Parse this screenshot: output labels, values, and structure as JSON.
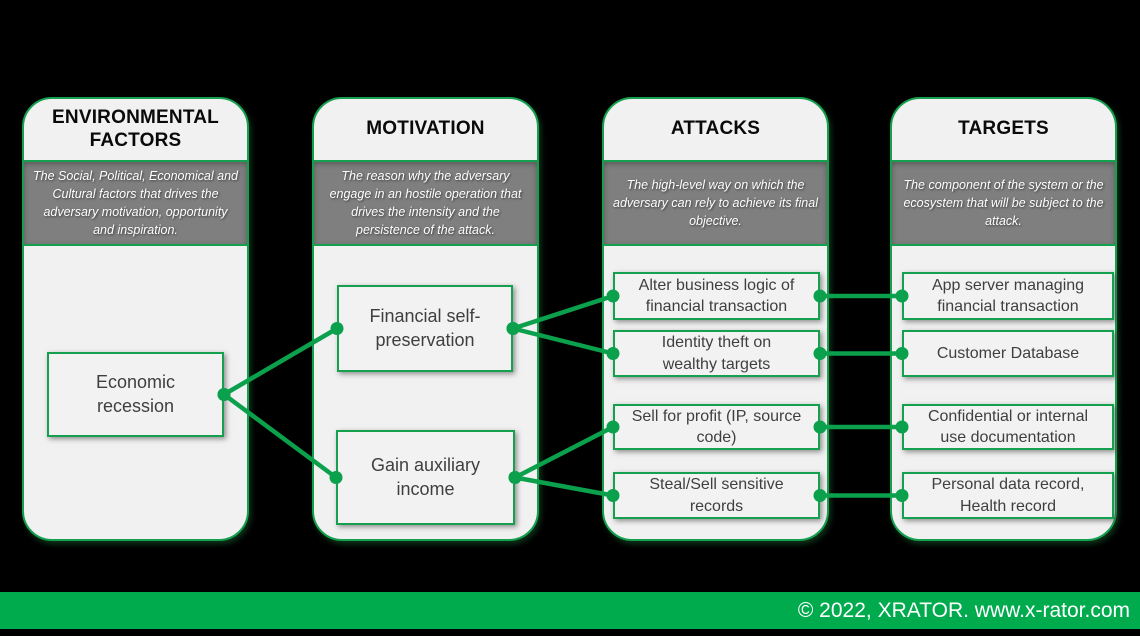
{
  "colors": {
    "green_border": "#14a04e",
    "connector": "#0ba04c",
    "footer_bar": "#00ab4e",
    "column_bg": "#f1f1f2",
    "desc_bg": "#7f7f7f",
    "background": "#000000",
    "node_text": "#3f3f3f"
  },
  "footer": {
    "copyright": "© 2022, XRATOR. www.x-rator.com"
  },
  "diagram": {
    "columns": [
      {
        "id": "environmental-factors",
        "title": "ENVIRONMENTAL FACTORS",
        "description": "The Social, Political, Economical and Cultural factors that drives the adversary motivation, opportunity and inspiration.",
        "nodes": [
          {
            "id": "economic-recession",
            "label": "Economic\nrecession"
          }
        ]
      },
      {
        "id": "motivation",
        "title": "MOTIVATION",
        "description": "The reason why the adversary engage in an hostile operation that drives the intensity and the persistence of the attack.",
        "nodes": [
          {
            "id": "financial-self-preservation",
            "label": "Financial self-\npreservation"
          },
          {
            "id": "gain-auxiliary-income",
            "label": "Gain auxiliary\nincome"
          }
        ]
      },
      {
        "id": "attacks",
        "title": "ATTACKS",
        "description": "The high-level way on which the adversary can rely to achieve its final objective.",
        "nodes": [
          {
            "id": "alter-business-logic",
            "label": "Alter business logic of\nfinancial transaction"
          },
          {
            "id": "identity-theft",
            "label": "Identity theft on\nwealthy targets"
          },
          {
            "id": "sell-for-profit",
            "label": "Sell for profit (IP, source\ncode)"
          },
          {
            "id": "steal-sell-records",
            "label": "Steal/Sell sensitive\nrecords"
          }
        ]
      },
      {
        "id": "targets",
        "title": "TARGETS",
        "description": "The component of the system or the ecosystem that will be subject to the attack.",
        "nodes": [
          {
            "id": "app-server",
            "label": "App server managing\nfinancial transaction"
          },
          {
            "id": "customer-database",
            "label": "Customer Database"
          },
          {
            "id": "confidential-docs",
            "label": "Confidential or internal\nuse documentation"
          },
          {
            "id": "personal-data",
            "label": "Personal data record,\nHealth record"
          }
        ]
      }
    ],
    "edges": [
      [
        "economic-recession",
        "financial-self-preservation"
      ],
      [
        "economic-recession",
        "gain-auxiliary-income"
      ],
      [
        "financial-self-preservation",
        "alter-business-logic"
      ],
      [
        "financial-self-preservation",
        "identity-theft"
      ],
      [
        "gain-auxiliary-income",
        "sell-for-profit"
      ],
      [
        "gain-auxiliary-income",
        "steal-sell-records"
      ],
      [
        "alter-business-logic",
        "app-server"
      ],
      [
        "identity-theft",
        "customer-database"
      ],
      [
        "sell-for-profit",
        "confidential-docs"
      ],
      [
        "steal-sell-records",
        "personal-data"
      ]
    ]
  }
}
